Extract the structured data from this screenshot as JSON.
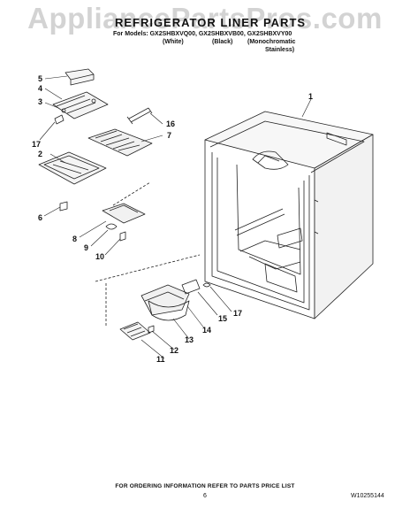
{
  "watermark": "AppliancePartsPros.com",
  "title": "REFRIGERATOR LINER PARTS",
  "models": {
    "prefix": "For Models: GX2SHBXVQ00, GX2SHBXVB00, GX2SHBXVY00",
    "white": "(White)",
    "black": "(Black)",
    "mono1": "(Monochromatic",
    "mono2": "Stainless)"
  },
  "callouts": {
    "c1": "1",
    "c2": "2",
    "c3": "3",
    "c4": "4",
    "c5": "5",
    "c6": "6",
    "c7": "7",
    "c8": "8",
    "c9": "9",
    "c10": "10",
    "c11": "11",
    "c12": "12",
    "c13": "13",
    "c14": "14",
    "c15": "15",
    "c16": "16",
    "c17a": "17",
    "c17b": "17"
  },
  "footer": {
    "note": "FOR ORDERING INFORMATION REFER TO PARTS PRICE LIST",
    "page": "6",
    "code": "W10255144"
  }
}
